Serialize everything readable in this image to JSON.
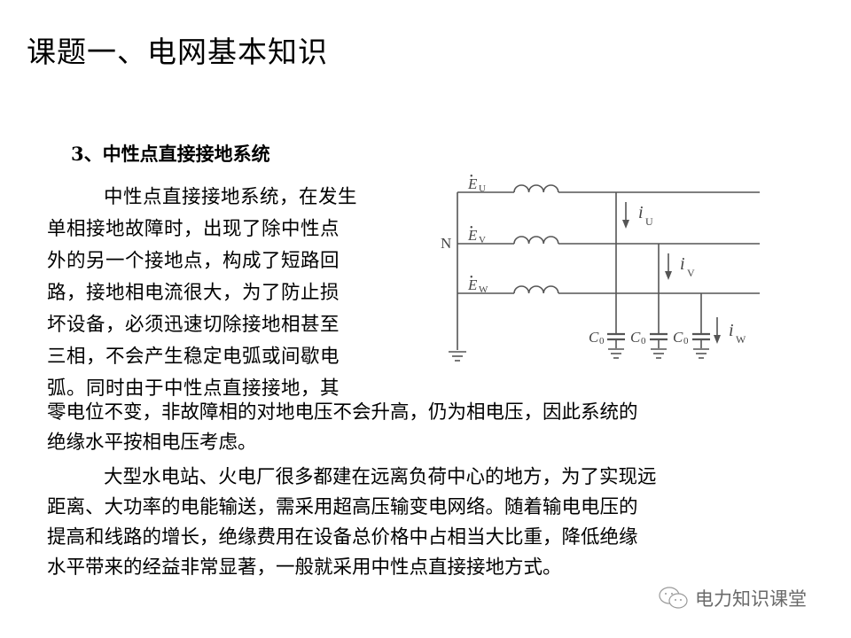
{
  "slide": {
    "title": "课题一、电网基本知识",
    "section_heading": "3、中性点直接接地系统",
    "paragraph1_lines_side": [
      "中性点直接接地系统，在发生",
      "单相接地故障时，出现了除中性点",
      "外的另一个接地点，构成了短路回",
      "路，接地相电流很大，为了防止损",
      "坏设备，必须迅速切除接地相甚至",
      "三相，不会产生稳定电弧或间歇电",
      "弧。同时由于中性点直接接地，其"
    ],
    "paragraph1_lines_full": [
      "零电位不变，非故障相的对地电压不会升高，仍为相电压，因此系统的",
      "绝缘水平按相电压考虑。"
    ],
    "paragraph2_lines": [
      "大型水电站、火电厂很多都建在远离负荷中心的地方，为了实现远",
      "距离、大功率的电能输送，需采用超高压输变电网络。随着输电电压的",
      "提高和线路的增长，绝缘费用在设备总价格中占相当大比重，降低绝缘",
      "水平带来的经益非常显著，一般就采用中性点直接接地方式。"
    ]
  },
  "diagram": {
    "neutral_label": "N",
    "sources": [
      {
        "symbol": "E",
        "subscript": "U"
      },
      {
        "symbol": "E",
        "subscript": "V"
      },
      {
        "symbol": "E",
        "subscript": "W"
      }
    ],
    "currents": [
      {
        "symbol": "i",
        "subscript": "U"
      },
      {
        "symbol": "i",
        "subscript": "V"
      },
      {
        "symbol": "i",
        "subscript": "W"
      }
    ],
    "capacitor_label": "C",
    "capacitor_subscript": "0"
  },
  "watermark": {
    "icon": "wechat-icon",
    "text": "电力知识课堂"
  }
}
